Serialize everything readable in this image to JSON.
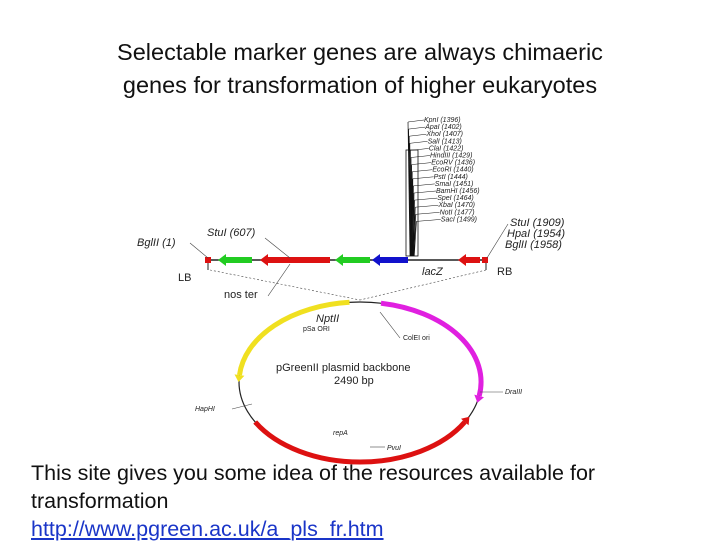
{
  "title": {
    "line1": "Selectable marker genes are always chimaeric",
    "line2": "genes for transformation of higher eukaryotes"
  },
  "diagram": {
    "sites_cluster": [
      "KpnI (1396)",
      "ApaI (1402)",
      "XhoI (1407)",
      "SalI (1413)",
      "ClaI (1422)",
      "HindIII (1429)",
      "EcoRV (1436)",
      "EcoRI (1440)",
      "PstI (1444)",
      "SmaI (1451)",
      "BamHI (1456)",
      "SpeI (1464)",
      "XbaI (1470)",
      "NotI (1477)",
      "SacI (1499)"
    ],
    "labels": {
      "bglii_left": "BglII (1)",
      "stui_left": "StuI (607)",
      "stui_right": "StuI (1909)",
      "hpai_right": "HpaI (1954)",
      "bglii_right": "BglII (1958)",
      "lb": "LB",
      "rb": "RB",
      "lacz": "lacZ",
      "nos_ter": "nos ter",
      "nptii": "NptII",
      "pbl": "pSa ORI",
      "colei": "ColEI ori",
      "backbone_name": "pGreenII plasmid backbone",
      "backbone_size": "2490 bp",
      "hpai_left": "HapHI",
      "dra": "DraIII",
      "rep": "repA",
      "pvui": "PvuI"
    },
    "colors": {
      "green": "#22cc22",
      "red": "#dd1111",
      "blue": "#1111cc",
      "yellow": "#f0e020",
      "magenta": "#e020e0"
    }
  },
  "footer": {
    "line1": "This site gives you some idea of the resources available for",
    "line2": "transformation",
    "url": "http://www.pgreen.ac.uk/a_pls_fr.htm"
  }
}
